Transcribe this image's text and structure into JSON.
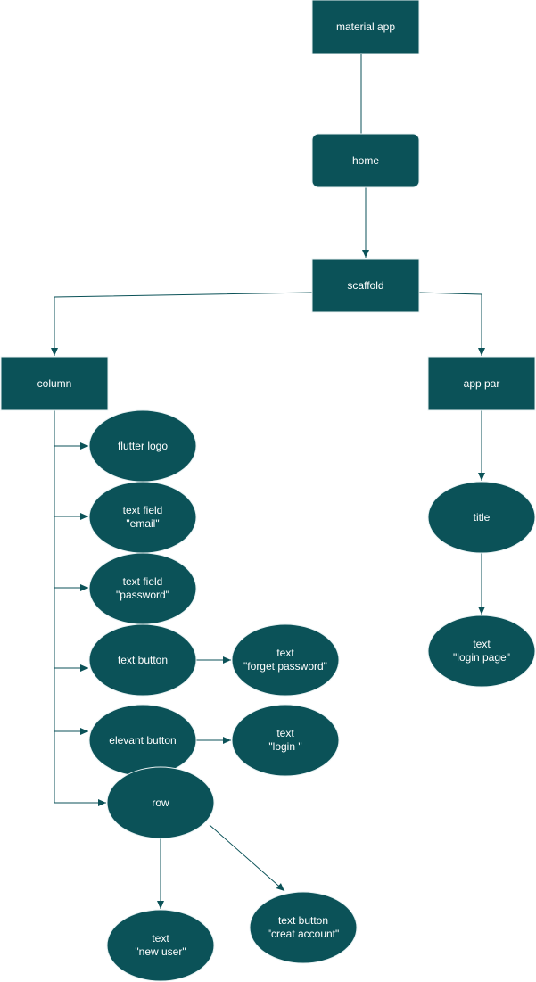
{
  "colors": {
    "node_fill": "#0B5258",
    "edge": "#0B5258",
    "text": "#FFFFFF",
    "background": "#FFFFFF"
  },
  "nodes": {
    "material_app": {
      "lines": [
        "material app"
      ]
    },
    "home": {
      "lines": [
        "home"
      ]
    },
    "scaffold": {
      "lines": [
        "scaffold"
      ]
    },
    "column": {
      "lines": [
        "column"
      ]
    },
    "app_par": {
      "lines": [
        "app par"
      ]
    },
    "title": {
      "lines": [
        "title"
      ]
    },
    "text_login_page": {
      "lines": [
        "text",
        "\"login page\""
      ]
    },
    "flutter_logo": {
      "lines": [
        "flutter logo"
      ]
    },
    "text_field_email": {
      "lines": [
        "text field",
        "\"email\""
      ]
    },
    "text_field_password": {
      "lines": [
        "text field",
        "\"password\""
      ]
    },
    "text_button": {
      "lines": [
        "text button"
      ]
    },
    "text_forget_password": {
      "lines": [
        "text",
        "\"forget password\""
      ]
    },
    "elevant_button": {
      "lines": [
        "elevant button"
      ]
    },
    "text_login": {
      "lines": [
        "text",
        "\"login \""
      ]
    },
    "row": {
      "lines": [
        "row"
      ]
    },
    "text_new_user": {
      "lines": [
        "text",
        "\"new user\""
      ]
    },
    "text_button_creat_account": {
      "lines": [
        "text button",
        "\"creat account\""
      ]
    }
  },
  "edges": [
    {
      "from": "material_app",
      "to": "home"
    },
    {
      "from": "home",
      "to": "scaffold"
    },
    {
      "from": "scaffold",
      "to": "column"
    },
    {
      "from": "scaffold",
      "to": "app_par"
    },
    {
      "from": "app_par",
      "to": "title"
    },
    {
      "from": "title",
      "to": "text_login_page"
    },
    {
      "from": "column",
      "to": "flutter_logo"
    },
    {
      "from": "column",
      "to": "text_field_email"
    },
    {
      "from": "column",
      "to": "text_field_password"
    },
    {
      "from": "column",
      "to": "text_button"
    },
    {
      "from": "column",
      "to": "elevant_button"
    },
    {
      "from": "column",
      "to": "row"
    },
    {
      "from": "text_button",
      "to": "text_forget_password"
    },
    {
      "from": "elevant_button",
      "to": "text_login"
    },
    {
      "from": "row",
      "to": "text_new_user"
    },
    {
      "from": "row",
      "to": "text_button_creat_account"
    }
  ]
}
